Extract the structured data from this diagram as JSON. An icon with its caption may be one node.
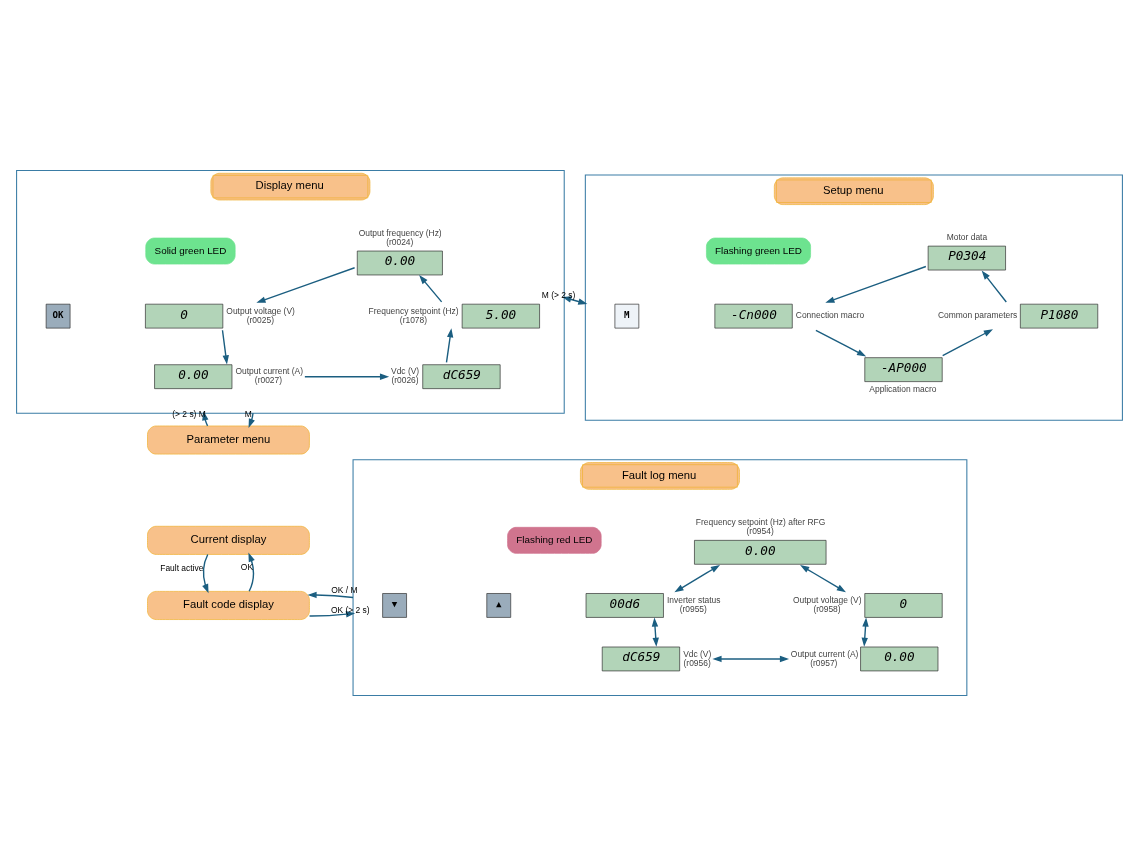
{
  "diagram": {
    "nodes": [
      {
        "text": [
          "Display menu"
        ]
      },
      {
        "text": [
          "0.00"
        ],
        "in": 0,
        "beside": [
          "Output frequency (Hz)",
          "(r0024)"
        ]
      },
      {
        "text": [
          "0"
        ],
        "in": 0,
        "beside": [
          "Output voltage (V)",
          "(r0025)"
        ]
      },
      {
        "text": [
          "0.00"
        ],
        "in": 0,
        "beside": [
          "Output current (A)",
          "(r0027)"
        ]
      },
      {
        "text": [
          "dC659"
        ],
        "in": 0,
        "beside": [
          "Vdc (V)",
          "(r0026)"
        ]
      },
      {
        "text": [
          "5.00"
        ],
        "in": 0,
        "beside": [
          "Frequency setpoint (Hz)",
          "(r1078)"
        ]
      },
      {
        "text": [
          "OK"
        ],
        "in": 0
      },
      {
        "text": [
          "Solid green LED"
        ],
        "in": 0
      },
      {
        "text": [
          "Setup menu"
        ]
      },
      {
        "text": [
          "P0304"
        ],
        "in": 8,
        "beside": [
          "Motor data"
        ]
      },
      {
        "text": [
          "-Cn000"
        ],
        "in": 8,
        "beside": [
          "Connection macro"
        ]
      },
      {
        "text": [
          "-AP000"
        ],
        "in": 8,
        "beside": [
          "Application macro"
        ]
      },
      {
        "text": [
          "P1080"
        ],
        "in": 8,
        "beside": [
          "Common parameters"
        ]
      },
      {
        "text": [
          "M"
        ],
        "in": 8
      },
      {
        "text": [
          "Flashing green LED"
        ],
        "in": 8
      },
      {
        "text": [
          "Parameter menu"
        ]
      },
      {
        "text": [
          "Current display"
        ]
      },
      {
        "text": [
          "Fault code display"
        ]
      },
      {
        "text": [
          "Fault log menu"
        ]
      },
      {
        "text": [
          "0.00"
        ],
        "in": 18,
        "beside": [
          "Frequency setpoint (Hz) after RFG",
          "(r0954)"
        ]
      },
      {
        "text": [
          "00d6"
        ],
        "in": 18,
        "beside": [
          "Inverter status",
          "(r0955)"
        ]
      },
      {
        "text": [
          "dC659"
        ],
        "in": 18,
        "beside": [
          "Vdc (V)",
          "(r0956)"
        ]
      },
      {
        "text": [
          "0.00"
        ],
        "in": 18,
        "beside": [
          "Output current (A)",
          "(r0957)"
        ]
      },
      {
        "text": [
          "0"
        ],
        "in": 18,
        "beside": [
          "Output voltage (V)",
          "(r0958)"
        ]
      },
      {
        "text": [
          "▲"
        ],
        "in": 18
      },
      {
        "text": [
          "▼"
        ],
        "in": 18
      },
      {
        "text": [
          "Flashing red LED"
        ],
        "in": 18
      }
    ],
    "edges": [
      {
        "from": 1,
        "to": 2,
        "arrow": "to"
      },
      {
        "from": 2,
        "to": 3,
        "arrow": "to"
      },
      {
        "from": 3,
        "to": 4,
        "arrow": "to"
      },
      {
        "from": 4,
        "to": 5,
        "arrow": "to"
      },
      {
        "from": 5,
        "to": 1,
        "arrow": "to"
      },
      {
        "from": 9,
        "to": 10,
        "arrow": "to"
      },
      {
        "from": 10,
        "to": 11,
        "arrow": "to"
      },
      {
        "from": 11,
        "to": 12,
        "arrow": "to"
      },
      {
        "from": 12,
        "to": 9,
        "arrow": "to"
      },
      {
        "from": 0,
        "to": 8,
        "arrow": "both",
        "label": "M (> 2 s)"
      },
      {
        "from": 15,
        "to": 0,
        "arrow": "to",
        "label": "(> 2 s) M"
      },
      {
        "from": 0,
        "to": 15,
        "arrow": "to",
        "label": "M"
      },
      {
        "from": 17,
        "to": 16,
        "arrow": "to",
        "label": "OK"
      },
      {
        "from": 16,
        "to": 17,
        "arrow": "to",
        "label": "Fault active"
      },
      {
        "from": 17,
        "to": 18,
        "arrow": "to",
        "label": "OK (> 2 s)"
      },
      {
        "from": 18,
        "to": 17,
        "arrow": "to",
        "label": "OK / M"
      },
      {
        "from": 19,
        "to": 20,
        "arrow": "both"
      },
      {
        "from": 20,
        "to": 21,
        "arrow": "both"
      },
      {
        "from": 21,
        "to": 22,
        "arrow": "both"
      },
      {
        "from": 22,
        "to": 23,
        "arrow": "both"
      },
      {
        "from": 23,
        "to": 19,
        "arrow": "both"
      }
    ]
  }
}
